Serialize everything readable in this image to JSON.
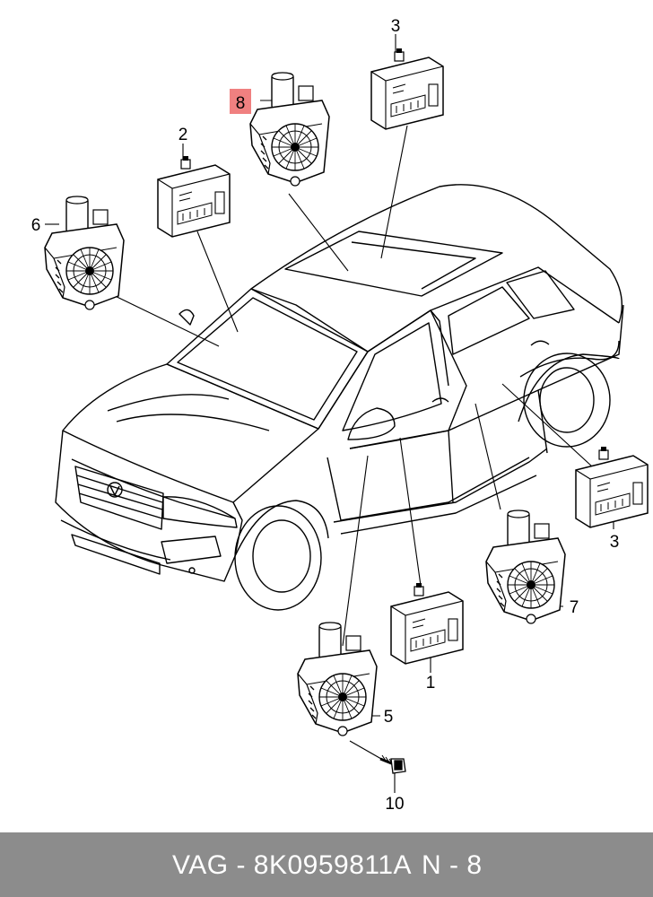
{
  "callouts": {
    "c1": "1",
    "c2": "2",
    "c3a": "3",
    "c3b": "3",
    "c5": "5",
    "c6": "6",
    "c7": "7",
    "c8": "8",
    "c10": "10"
  },
  "footer": {
    "part_number": "VAG - 8K0959811A",
    "reference": "N - 8"
  },
  "colors": {
    "highlight": "#f08080",
    "footer_bg": "#8c8c8c",
    "footer_text": "#ffffff",
    "line": "#000000"
  }
}
